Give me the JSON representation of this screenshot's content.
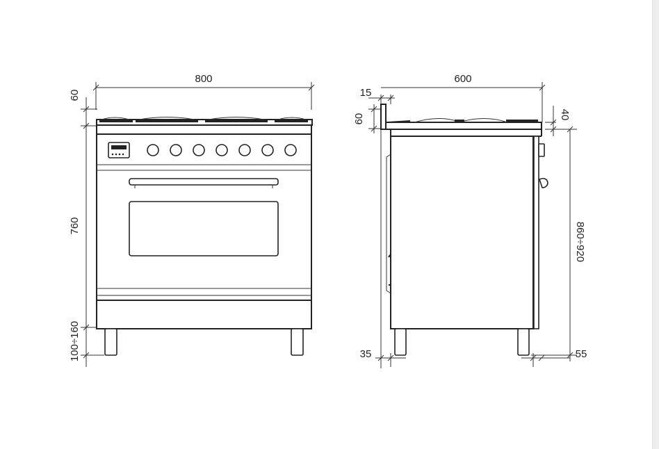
{
  "front_view": {
    "width_label": "800",
    "top_label": "60",
    "body_label": "760",
    "legs_label": "100÷160"
  },
  "side_view": {
    "depth_label": "600",
    "back_label": "15",
    "top_label": "60",
    "right_top_label": "40",
    "height_label": "860÷920",
    "front_leg_label": "35",
    "rear_leg_label": "55"
  },
  "colors": {
    "line": "#222222",
    "background": "#ffffff"
  }
}
